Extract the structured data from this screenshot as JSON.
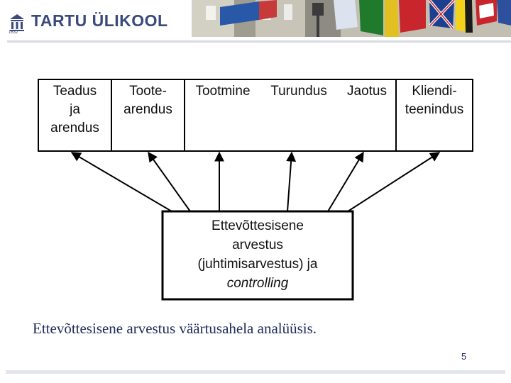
{
  "header": {
    "logo_text": "TARTU ÜLIKOOL",
    "logo_year": "1632",
    "logo_icon": "university-building-icon",
    "photo": "building-with-flags-photo"
  },
  "diagram": {
    "top_boxes": [
      {
        "lines": [
          "Teadus",
          "ja",
          "arendus"
        ]
      },
      {
        "lines": [
          "Toote-",
          "arendus"
        ]
      },
      {
        "lines": [
          "Tootmine"
        ]
      },
      {
        "lines": [
          "Turundus"
        ]
      },
      {
        "lines": [
          "Jaotus"
        ]
      },
      {
        "lines": [
          "Kliendi-",
          "teenindus"
        ]
      }
    ],
    "center_box": {
      "line1": "Ettevõttesisene",
      "line2": "arvestus",
      "line3": "(juhtimisarvestus) ja",
      "line4": "controlling"
    }
  },
  "caption": "Ettevõttesisene arvestus väärtusahela analüüsis.",
  "page_number": "5",
  "colors": {
    "logo": "#3a4a7c",
    "caption": "#1e2a5a",
    "rule": "#d9dbe3"
  }
}
